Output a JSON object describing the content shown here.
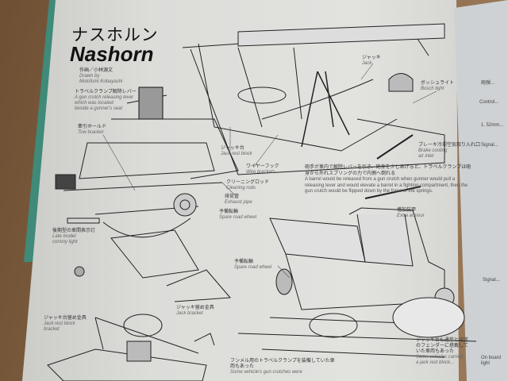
{
  "title": {
    "japanese": "ナスホルン",
    "english": "Nashorn"
  },
  "credit": {
    "japanese": "作画／小林源文",
    "drawn_by": "Drawn by",
    "artist": "Motofumi Kobayashi"
  },
  "labels": [
    {
      "jp": "トラベルクランプ解除レバー",
      "en": [
        "A gun crutch releasing lever",
        "which was located",
        "beside a gunner's seat"
      ]
    },
    {
      "jp": "牽引ホールド",
      "en": [
        "Tow bracket"
      ]
    },
    {
      "jp": "ジャッキ台",
      "en": [
        "Jack rest block"
      ]
    },
    {
      "jp": "ワイヤーフック",
      "en": [
        "Wire brackets"
      ]
    },
    {
      "jp": "クリーニングロッド",
      "en": [
        "Cleaning rods"
      ]
    },
    {
      "jp": "排気管",
      "en": [
        "Exhaust pipe"
      ]
    },
    {
      "jp": "予備転輪",
      "en": [
        "Spare road wheel"
      ]
    },
    {
      "jp": "後期型の車間表示灯",
      "en": [
        "Late model",
        "convoy light"
      ]
    },
    {
      "jp": "ジャッキ",
      "en": [
        "Jack"
      ]
    },
    {
      "jp": "ボッシュライト",
      "en": [
        "Bosch light"
      ]
    },
    {
      "jp": "ブレーキ冷却空気取り入れ口",
      "en": [
        "Brake cooling",
        "air inlet"
      ]
    },
    {
      "jp": "増加装甲",
      "en": [
        "Extra armour"
      ]
    },
    {
      "jp": "予備転輪",
      "en": [
        "Spare road wheel"
      ]
    },
    {
      "jp": "ジャッキ留め金具",
      "en": [
        "Jack bracket"
      ]
    },
    {
      "jp": "ジャッキ台留め金具",
      "en": [
        "Jack rest block",
        "bracket"
      ]
    },
    {
      "jp": "フンメル用のトラベルクランプを装備していた車両もあった",
      "en": [
        "Some vehicle's gun crutches were"
      ]
    },
    {
      "jp": "ジャッキ台も通常とは逆のフェンダーに搭載していた車両もあった",
      "en": [
        "Some vehicles carried",
        "a jack rest block..."
      ]
    }
  ],
  "paragraph": {
    "jp": "砲手が車内で解除レバーを引き、砲身を少しあげると、トラベルクランプは砲身から外れスプリングの力で内側へ倒れる",
    "en": "A barrel would be released from a gun crutch when gunner would pull a releasing lever and would elevate a barrel in a fighting compartment, then the gun crutch would be flipped down by the force of the springs."
  },
  "right_page": [
    "砲弾...",
    "Control...",
    "1. 52mm...",
    "Signal...",
    "Signal...",
    "On board light"
  ]
}
